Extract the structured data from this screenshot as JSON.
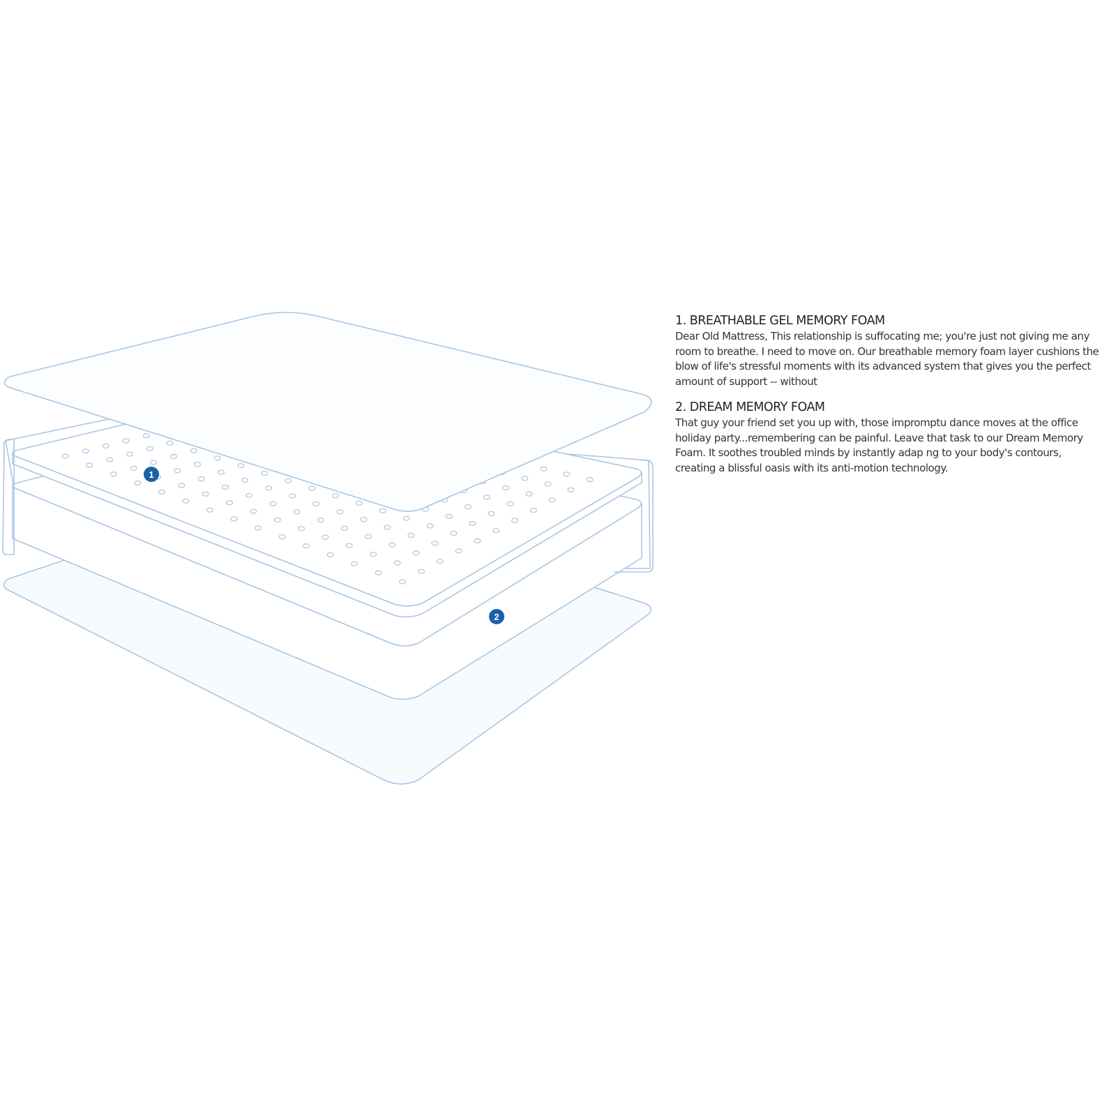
{
  "colors": {
    "line": "#9fc0e0",
    "badge": "#1a5fa8",
    "text": "#2a2a2a"
  },
  "diagram": {
    "markers": [
      {
        "label": "1"
      },
      {
        "label": "2"
      }
    ]
  },
  "sections": [
    {
      "title": "1. BREATHABLE GEL MEMORY FOAM",
      "body": "Dear Old Mattress, This relationship is suffocating me; you're just not giving me any room to breathe. I need to move on. Our breathable memory foam layer cushions the blow of life's stressful moments with its advanced system that gives you the perfect amount of support -- without"
    },
    {
      "title": "2. DREAM MEMORY FOAM",
      "body": "That guy your friend set you up with, those impromptu dance moves at the office holiday party...remembering can be painful. Leave that task to our Dream Memory Foam. It soothes troubled minds by instantly adap ng to your body's contours, creating a blissful oasis with its anti-motion technology."
    }
  ]
}
